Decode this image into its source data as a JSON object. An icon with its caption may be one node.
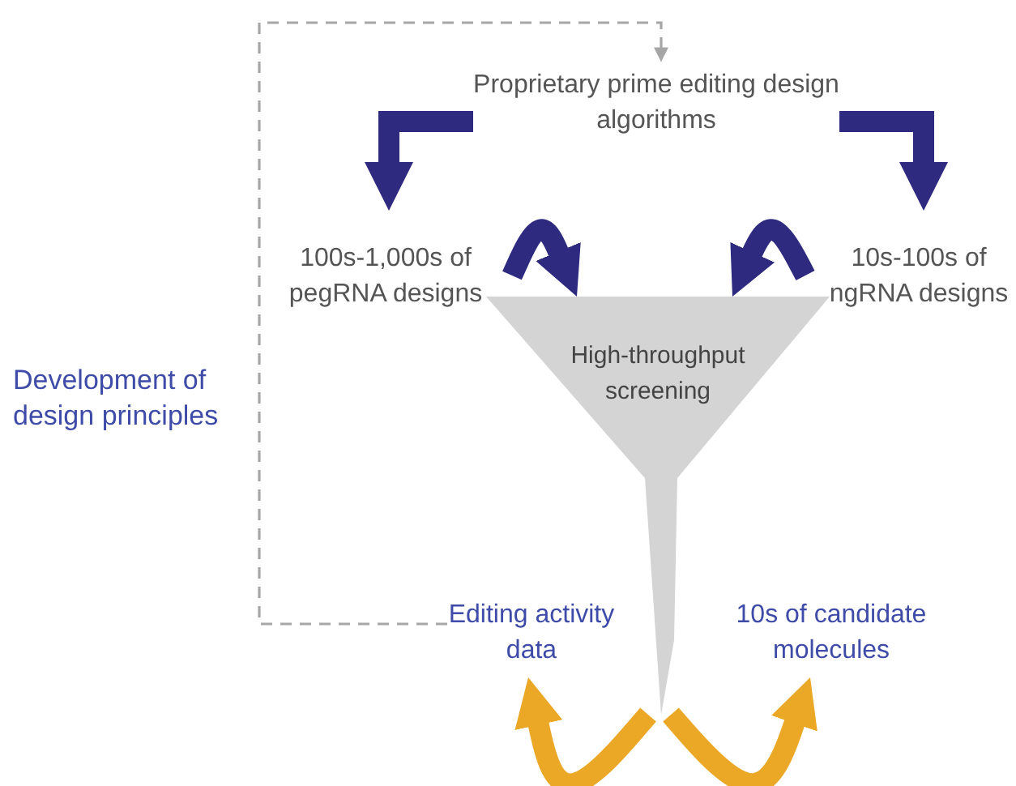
{
  "diagram": {
    "nodes": [
      {
        "text": [
          "Proprietary prime editing design algorithms"
        ]
      },
      {
        "text": [
          "100s-1,000s of pegRNA designs"
        ]
      },
      {
        "text": [
          "10s-100s of ngRNA designs"
        ]
      },
      {
        "text": [
          "High-throughput screening"
        ]
      },
      {
        "text": [
          "Editing activity data"
        ]
      },
      {
        "text": [
          "10s of candidate molecules"
        ]
      }
    ],
    "edges": [
      {
        "from": 0,
        "to": 1,
        "arrow": "to"
      },
      {
        "from": 0,
        "to": 2,
        "arrow": "to"
      },
      {
        "from": 1,
        "to": 3,
        "arrow": "to"
      },
      {
        "from": 2,
        "to": 3,
        "arrow": "to"
      },
      {
        "from": 3,
        "to": 4,
        "arrow": "to",
        "color": "#eba726"
      },
      {
        "from": 3,
        "to": 5,
        "arrow": "to",
        "color": "#eba726"
      },
      {
        "from": 4,
        "to": 0,
        "arrow": "to",
        "style": "dashed",
        "color": "#a6a6a6"
      }
    ],
    "labels": [
      "Development of design principles"
    ]
  }
}
